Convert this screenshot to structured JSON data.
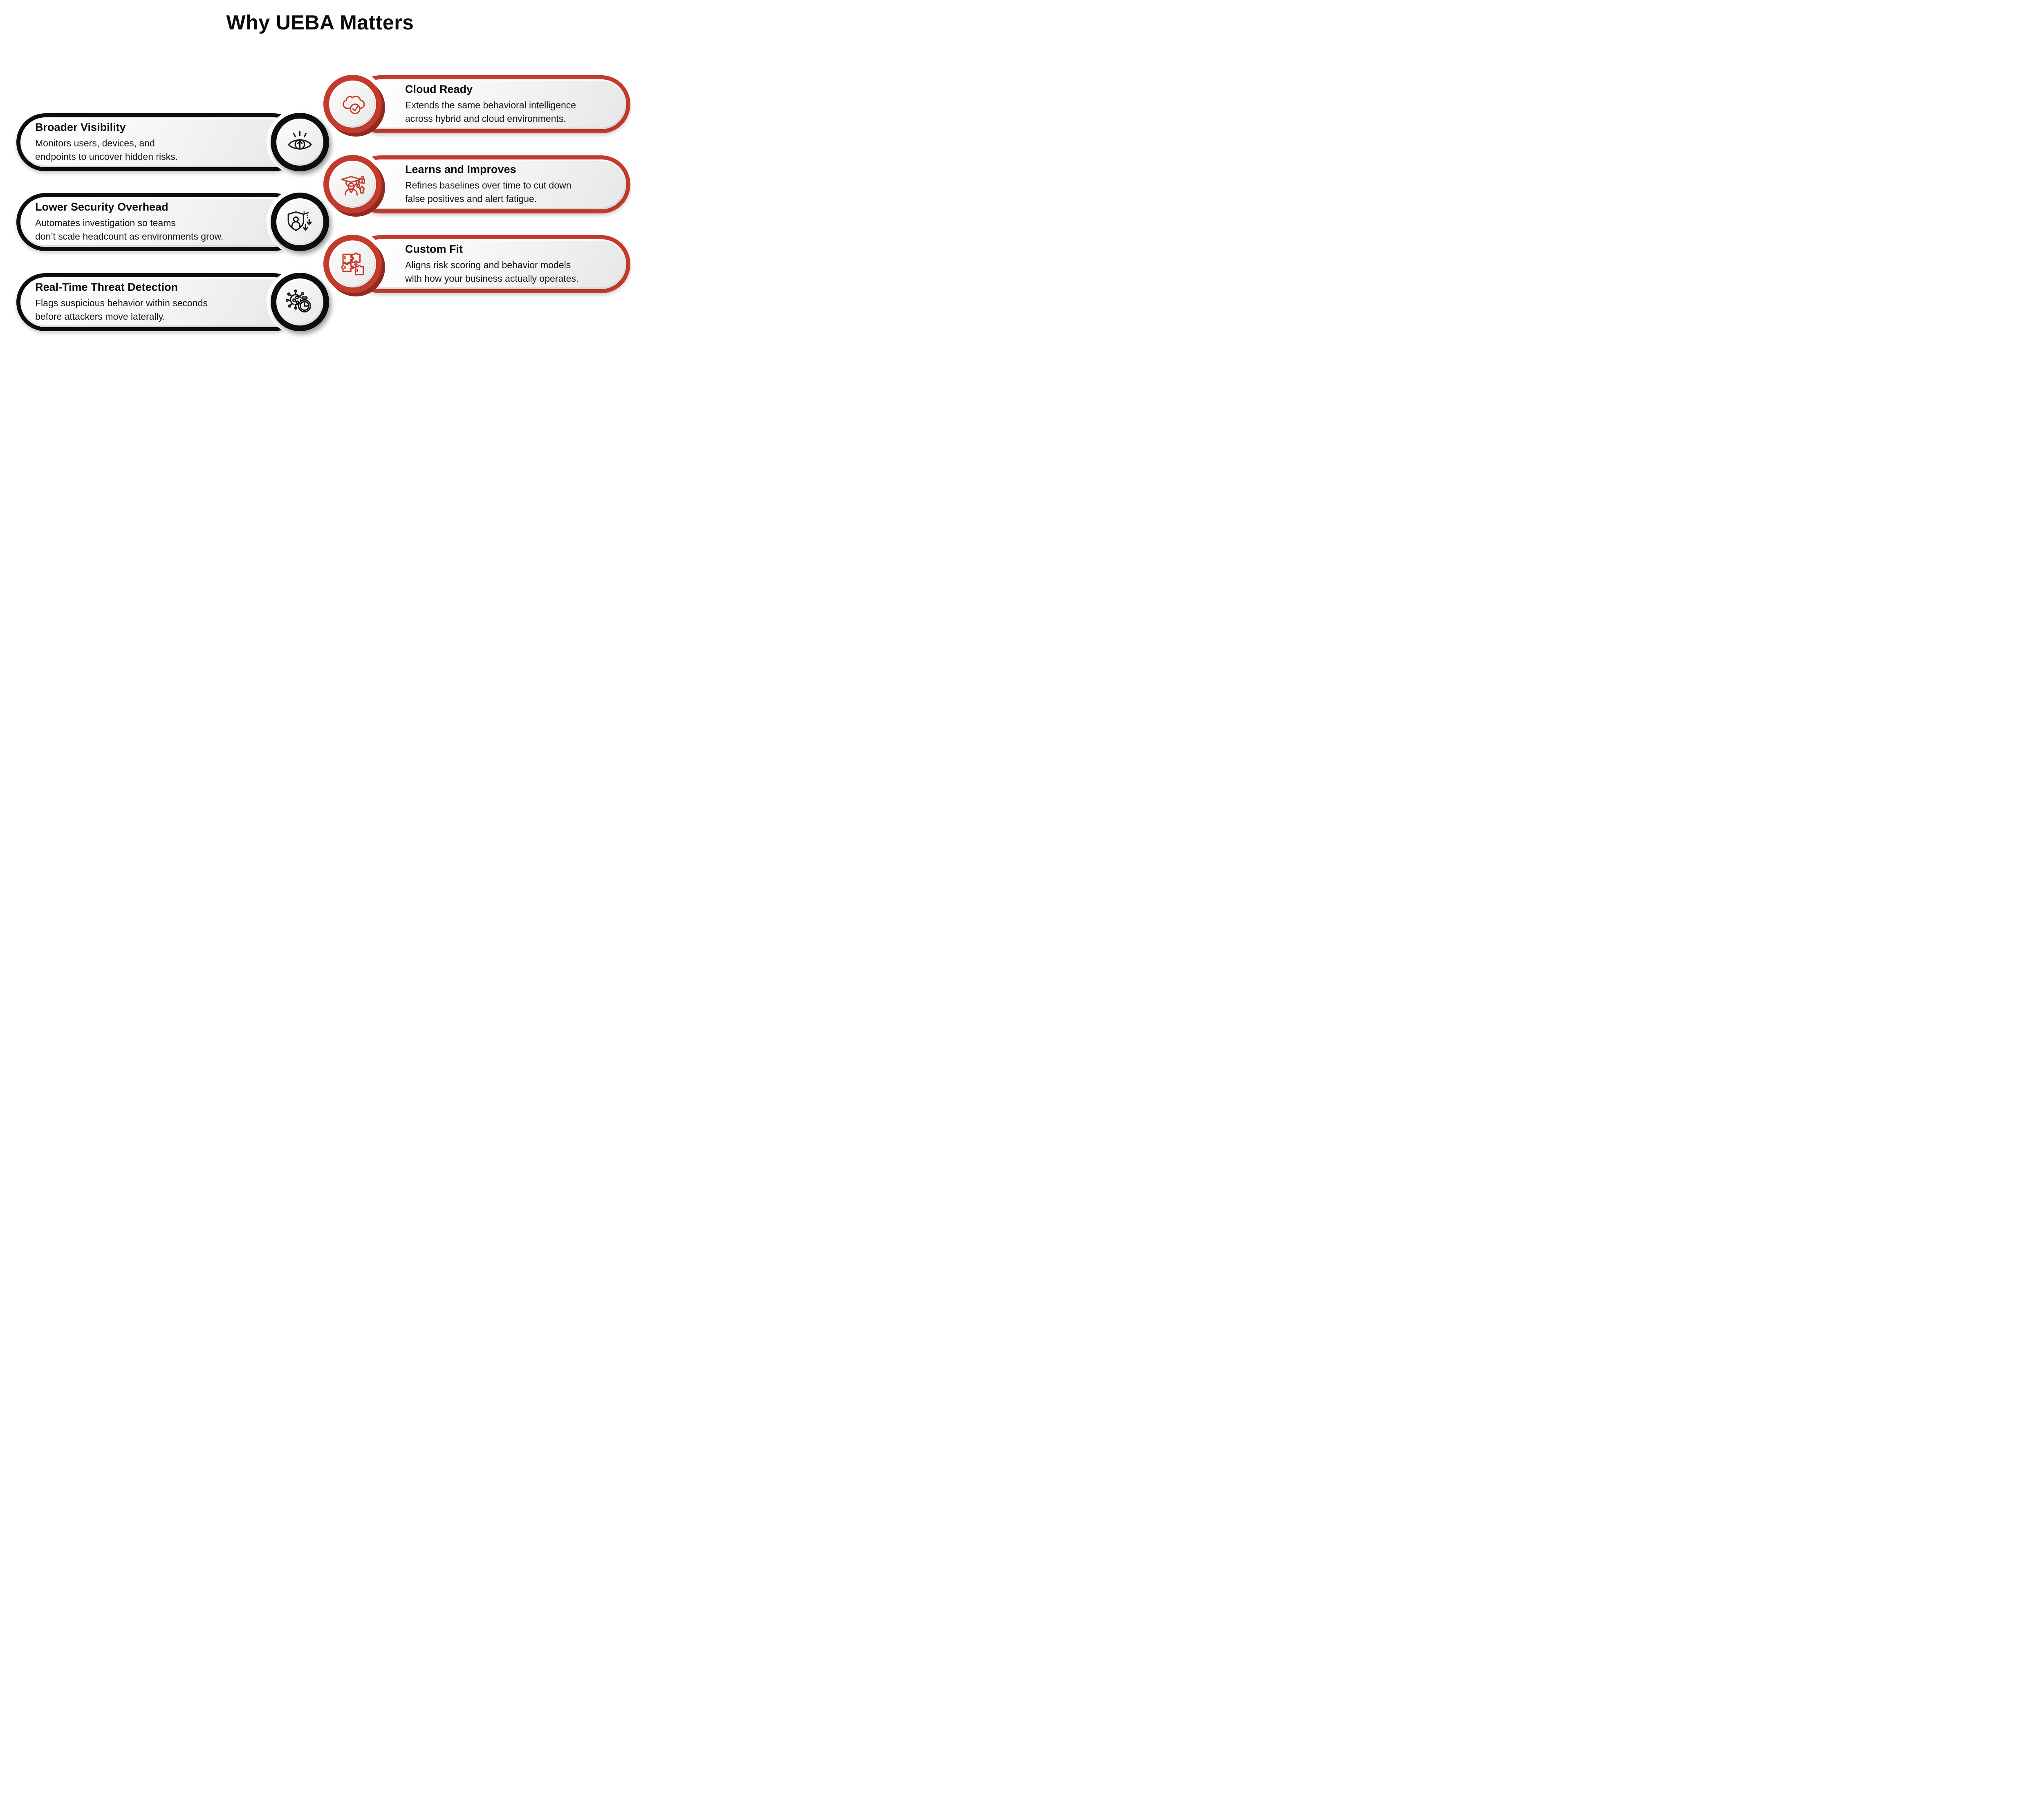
{
  "title": "Why UEBA Matters",
  "colors": {
    "black": "#0d0d0d",
    "red": "#c33b2c",
    "red_dark": "#8f2b1e",
    "text": "#141414",
    "panel_light": "#ffffff",
    "panel_dark": "#e7e7e7"
  },
  "left_items": [
    {
      "heading": "Broader Visibility",
      "body_lines": [
        "Monitors users, devices, and",
        "endpoints to uncover hidden risks."
      ],
      "icon": "eye-growth-icon"
    },
    {
      "heading": "Lower Security Overhead",
      "body_lines": [
        "Automates investigation so teams",
        "don’t scale headcount as environments grow."
      ],
      "icon": "shield-user-reduction-icon"
    },
    {
      "heading": "Real-Time Threat Detection",
      "body_lines": [
        "Flags suspicious behavior within seconds",
        "before attackers move laterally."
      ],
      "icon": "threat-stopwatch-icon"
    }
  ],
  "right_items": [
    {
      "heading": "Cloud Ready",
      "body_lines": [
        "Extends the same behavioral intelligence",
        "across hybrid and cloud environments."
      ],
      "icon": "cloud-check-icon"
    },
    {
      "heading": "Learns and Improves",
      "body_lines": [
        "Refines baselines over time to cut down",
        "false positives and alert fatigue."
      ],
      "icon": "graduate-thumbs-up-icon"
    },
    {
      "heading": "Custom Fit",
      "body_lines": [
        "Aligns risk scoring and behavior models",
        "with how your business actually operates."
      ],
      "icon": "puzzle-fit-icon"
    }
  ]
}
